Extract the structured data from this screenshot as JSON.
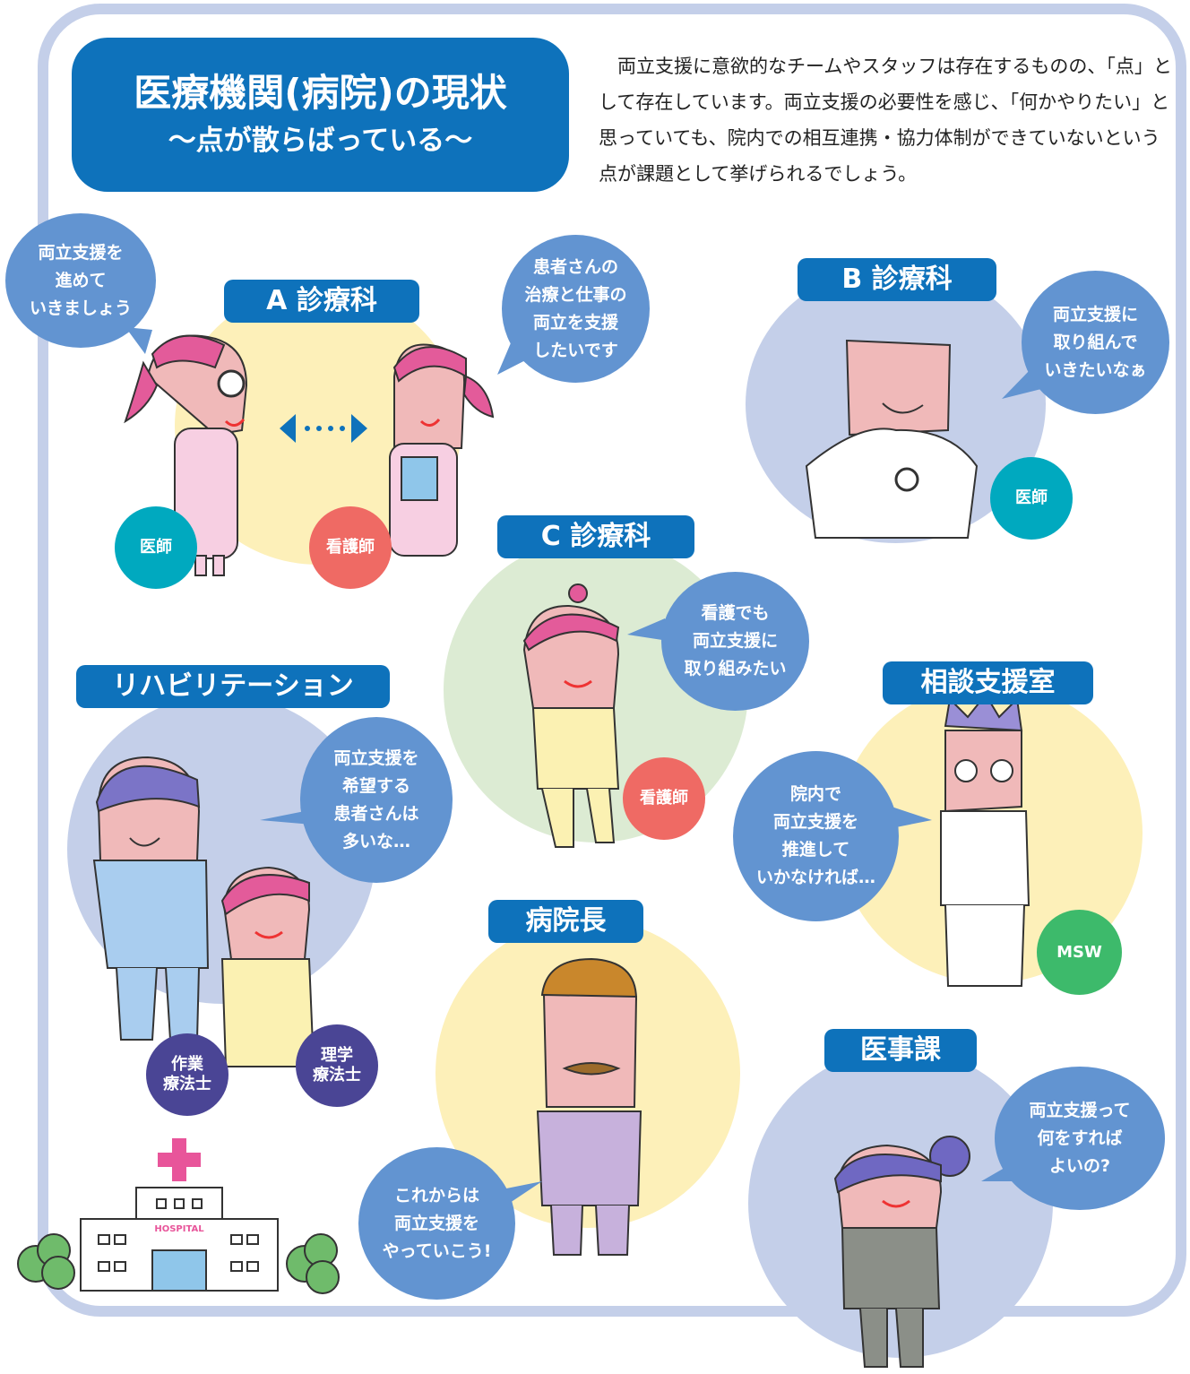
{
  "header": {
    "title": "医療機関(病院)の現状",
    "subtitle": "〜点が散らばっている〜",
    "intro": "　両立支援に意欲的なチームやスタッフは存在するものの、「点」として存在しています。両立支援の必要性を感じ、「何かやりたい」と思っていても、院内での相互連携・協力体制ができていないという点が課題として挙げられるでしょう。"
  },
  "departments": {
    "a": "A 診療科",
    "b": "B 診療科",
    "c": "C 診療科",
    "rehab": "リハビリテーション",
    "consult": "相談支援室",
    "director": "病院長",
    "medical_affairs": "医事課"
  },
  "bubbles": {
    "a_doctor": "両立支援を\n進めて\nいきましょう",
    "a_nurse": "患者さんの\n治療と仕事の\n両立を支援\nしたいです",
    "b_doctor": "両立支援に\n取り組んで\nいきたいなぁ",
    "c_nurse": "看護でも\n両立支援に\n取り組みたい",
    "rehab": "両立支援を\n希望する\n患者さんは\n多いな…",
    "msw": "院内で\n両立支援を\n推進して\nいかなければ…",
    "director": "これからは\n両立支援を\nやっていこう!",
    "affairs": "両立支援って\n何をすれば\nよいの?"
  },
  "roles": {
    "a_doctor": "医師",
    "a_nurse": "看護師",
    "b_doctor": "医師",
    "c_nurse": "看護師",
    "ot": "作業\n療法士",
    "pt": "理学\n療法士",
    "msw": "MSW"
  },
  "hospital_sign": "HOSPITAL",
  "colors": {
    "frame": "#c4cfe9",
    "label_blue": "#0e72bb",
    "bubble_blue": "#6294d1",
    "doctor_teal": "#00a9bf",
    "nurse_red": "#ef6a64",
    "therapist_purple": "#4a4595",
    "msw_green": "#3dba6b",
    "circle_yellow": "#fdf0b9",
    "circle_blue": "#c4cfe9",
    "circle_green": "#dcebd3"
  },
  "icons": [
    "double-arrow-icon",
    "hospital-building-icon",
    "tree-icon"
  ]
}
